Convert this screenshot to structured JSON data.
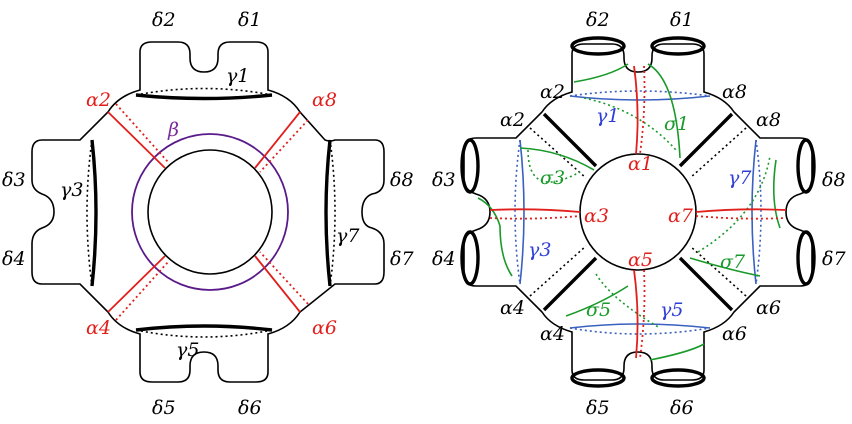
{
  "colors": {
    "outline": "#000000",
    "alpha_curves": "#e0201c",
    "beta_curve": "#5a1a8a",
    "gamma_curves": "#3a60c0",
    "sigma_curves": "#1a9a2a"
  },
  "left_figure": {
    "boundary_labels": {
      "d1": "δ1",
      "d2": "δ2",
      "d3": "δ3",
      "d4": "δ4",
      "d5": "δ5",
      "d6": "δ6",
      "d7": "δ7",
      "d8": "δ8"
    },
    "alpha_labels": {
      "a2": "α2",
      "a4": "α4",
      "a6": "α6",
      "a8": "α8"
    },
    "gamma_labels": {
      "g1": "γ1",
      "g3": "γ3",
      "g5": "γ5",
      "g7": "γ7"
    },
    "beta_label": "β"
  },
  "right_figure": {
    "boundary_labels": {
      "d1": "δ1",
      "d2": "δ2",
      "d3": "δ3",
      "d4": "δ4",
      "d5": "δ5",
      "d6": "δ6",
      "d7": "δ7",
      "d8": "δ8"
    },
    "outer_alpha_labels": {
      "a2_top": "α2",
      "a2_side": "α2",
      "a8_top": "α8",
      "a8_side": "α8",
      "a4_side": "α4",
      "a4_bottom": "α4",
      "a6_side": "α6",
      "a6_bottom": "α6"
    },
    "inner_alpha_labels": {
      "a1": "α1",
      "a3": "α3",
      "a5": "α5",
      "a7": "α7"
    },
    "gamma_labels": {
      "g1": "γ1",
      "g3": "γ3",
      "g5": "γ5",
      "g7": "γ7"
    },
    "sigma_labels": {
      "s1": "σ1",
      "s3": "σ3",
      "s5": "σ5",
      "s7": "σ7"
    }
  }
}
